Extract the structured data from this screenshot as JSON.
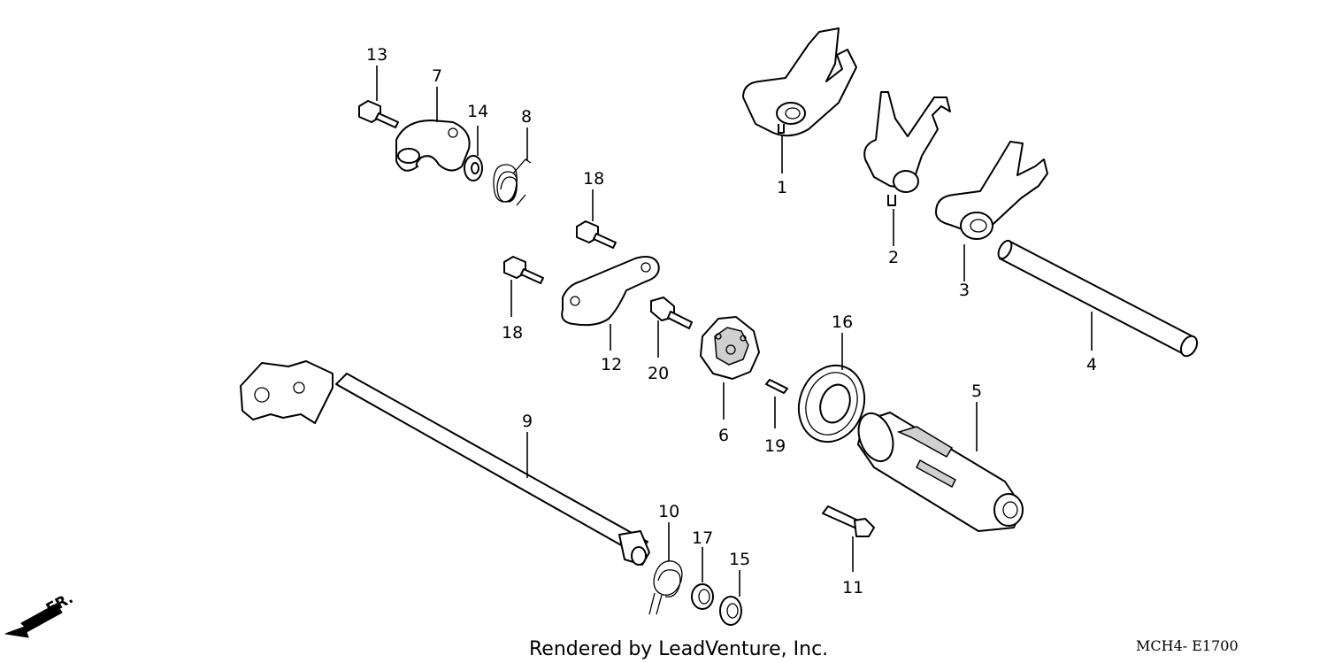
{
  "diagram": {
    "callouts": {
      "c1": "1",
      "c2": "2",
      "c3": "3",
      "c4": "4",
      "c5": "5",
      "c6": "6",
      "c7": "7",
      "c8": "8",
      "c9": "9",
      "c10": "10",
      "c11": "11",
      "c12": "12",
      "c13": "13",
      "c14": "14",
      "c15": "15",
      "c16": "16",
      "c17": "17",
      "c18a": "18",
      "c18b": "18",
      "c19": "19",
      "c20": "20"
    },
    "front_arrow_label": "FR.",
    "credit": "Rendered by LeadVenture, Inc.",
    "diagram_code": "MCH4- E1700"
  }
}
